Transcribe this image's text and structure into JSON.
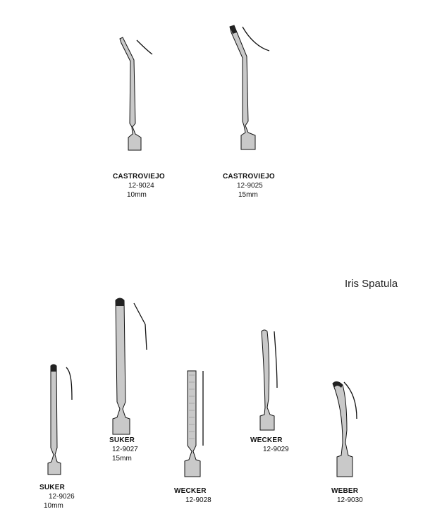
{
  "section_heading": "Iris Spatula",
  "instruments": [
    {
      "name": "CASTROVIEJO",
      "code": "12-9024",
      "size": "10mm"
    },
    {
      "name": "CASTROVIEJO",
      "code": "12-9025",
      "size": "15mm"
    },
    {
      "name": "SUKER",
      "code": "12-9026",
      "size": "10mm"
    },
    {
      "name": "SUKER",
      "code": "12-9027",
      "size": "15mm"
    },
    {
      "name": "WECKER",
      "code": "12-9028",
      "size": ""
    },
    {
      "name": "WECKER",
      "code": "12-9029",
      "size": ""
    },
    {
      "name": "WEBER",
      "code": "12-9030",
      "size": ""
    }
  ]
}
